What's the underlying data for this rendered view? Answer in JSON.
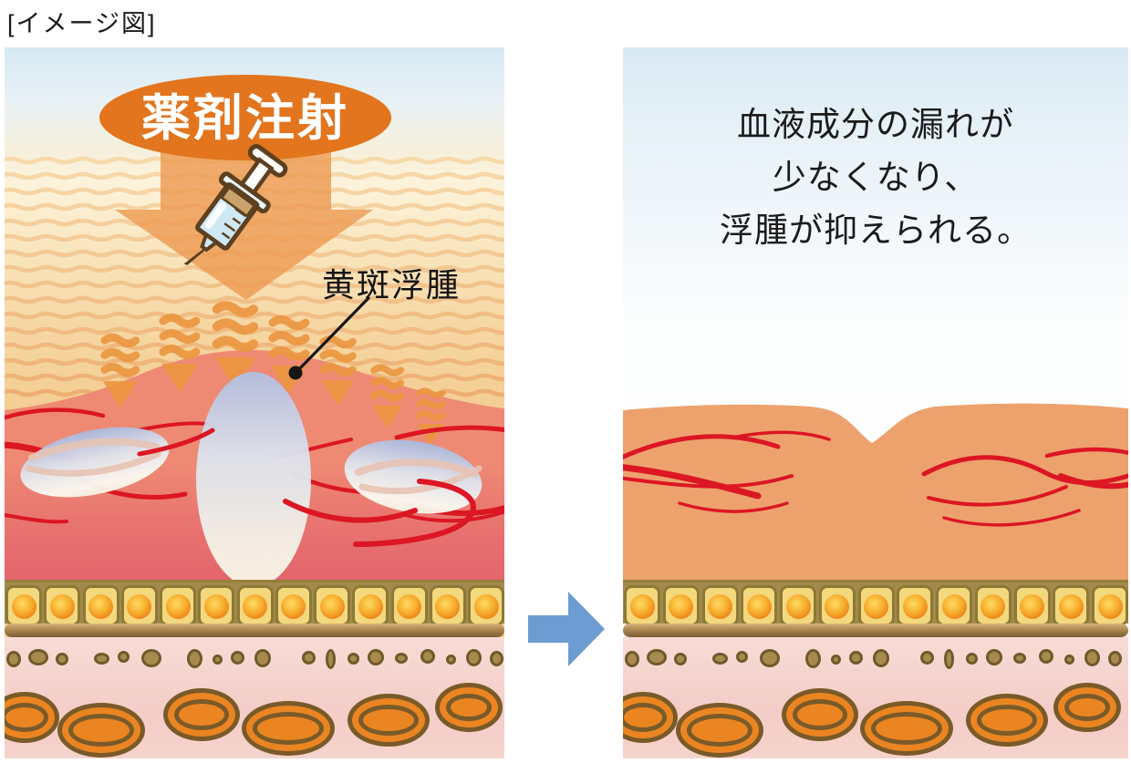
{
  "header": {
    "label": "[イメージ図]"
  },
  "left_panel": {
    "name": "before-treatment-injection",
    "injection_badge": "薬剤注射",
    "edema_label": "黄斑浮腫"
  },
  "right_panel": {
    "name": "after-treatment-result",
    "caption_line1": "血液成分の漏れが",
    "caption_line2": "少なくなり、",
    "caption_line3": "浮腫が抑えられる。"
  },
  "icons": {
    "syringe": "syringe-icon",
    "injection_flow": "down-arrow-icon",
    "drug_diffusion": "diffusion-arrow-icon",
    "transition": "right-arrow-icon",
    "leader_dot": "annotation-dot"
  },
  "colors": {
    "badge_orange": "#e2751d",
    "injection_arrow_orange": "#ec9850",
    "diffusion_orange": "#ea9640",
    "vessel_red": "#dc1623",
    "tissue_tan": "#eda26e",
    "edema_pink": "#ee8a74",
    "cell_yellow": "#f4d87e",
    "membrane_brown": "#8f6d3b",
    "photoreceptor_orange": "#ea8522",
    "transition_blue": "#6d9cd2",
    "fluid_pocket_blue": "#aab8dc",
    "text_black": "#1b1b1b"
  }
}
